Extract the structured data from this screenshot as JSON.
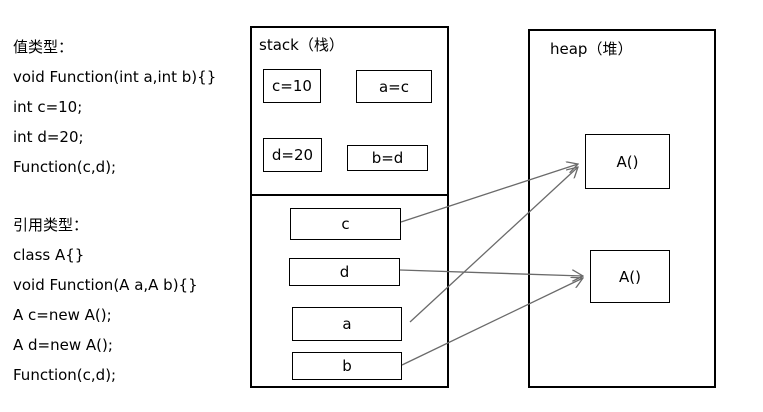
{
  "value_type_code": [
    "值类型：",
    "void Function(int a,int b){}",
    "int c=10;",
    "int d=20;",
    "Function(c,d);"
  ],
  "reference_type_code": [
    "引用类型：",
    "class A{}",
    "void Function(A a,A b){}",
    "A c=new A();",
    "A d=new A();",
    "Function(c,d);"
  ],
  "stack": {
    "title": "stack（栈）",
    "values": {
      "c": "c=10",
      "a": "a=c",
      "d": "d=20",
      "b": "b=d"
    },
    "references": {
      "c": "c",
      "d": "d",
      "a": "a",
      "b": "b"
    }
  },
  "heap": {
    "title": "heap（堆）",
    "objects": [
      "A()",
      "A()"
    ]
  },
  "colors": {
    "line": "#000000",
    "arrow": "#6a6a6a"
  }
}
